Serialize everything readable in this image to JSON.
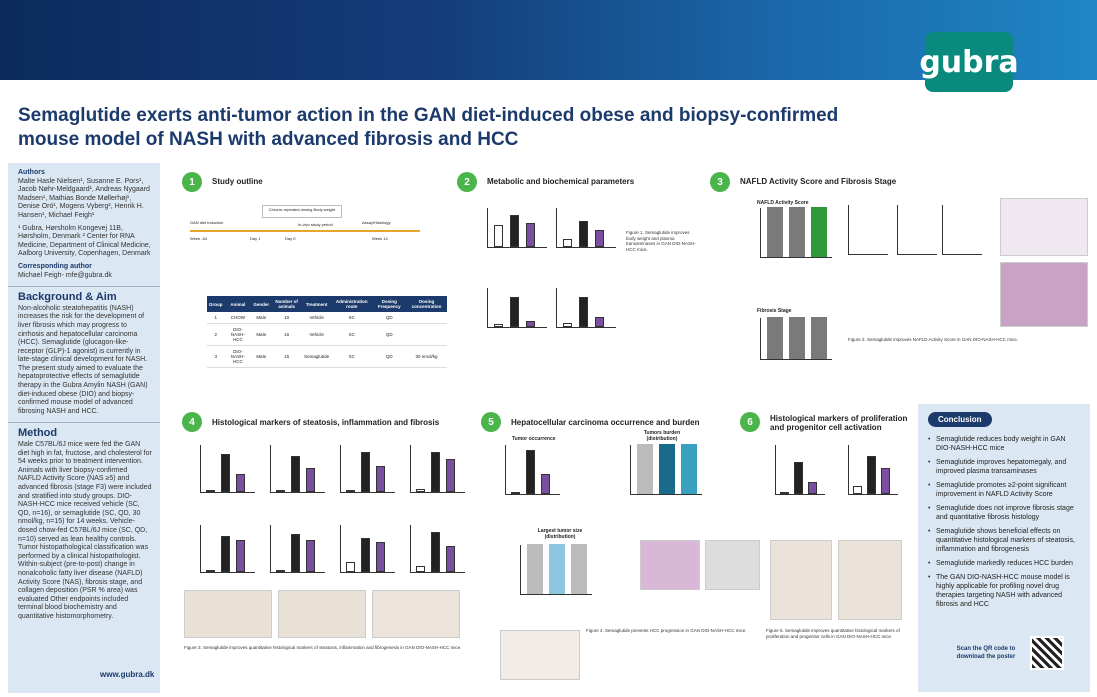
{
  "brand": {
    "logo_text": "gubra",
    "website": "www.gubra.dk"
  },
  "title": "Semaglutide exerts anti-tumor action in the GAN diet-induced obese and biopsy-confirmed mouse model of NASH with advanced fibrosis and HCC",
  "authors": {
    "heading": "Authors",
    "names": "Malte Hasle Nielsen¹, Susanne E. Pors¹, Jacob Nøhr-Meldgaard¹, Andreas Nygaard Madsen¹, Mathias Bonde Møllerhøj¹, Denise Oró¹, Mogens Vyberg², Henrik H. Hansen¹, Michael Feigh¹",
    "affiliations": "¹ Gubra, Hørsholm Kongevej 11B, Hørsholm, Denmark ² Center for RNA Medicine, Department of Clinical Medicine, Aalborg University, Copenhagen, Denmark",
    "corr_heading": "Corresponding author",
    "corr": "Michael Feigh- mfe@gubra.dk"
  },
  "background": {
    "heading": "Background & Aim",
    "text": "Non-alcoholic steatohepatitis (NASH) increases the risk for the development of liver fibrosis which may progress to cirrhosis and hepatocellular carcinoma (HCC). Semaglutide (glucagon-like-receptor (GLP)-1 agonist) is currently in late-stage clinical development for NASH. The present study aimed to evaluate the hepatoprotective effects of semaglutide therapy in the Gubra Amylin NASH (GAN) diet-induced obese (DIO) and biopsy-confirmed mouse model of advanced fibrosing NASH and HCC."
  },
  "method": {
    "heading": "Method",
    "text": "Male C57BL/6J mice were fed the GAN diet high in fat, fructose, and cholesterol for 54 weeks prior to treatment intervention. Animals with liver biopsy-confirmed NAFLD Activity Score (NAS ≥5) and advanced fibrosis (stage F3) were included and stratified into study groups. DIO-NASH-HCC mice received vehicle (SC, QD, n=16), or semaglutide (SC, QD, 30 nmol/kg, n=15) for 14 weeks. Vehicle-dosed chow-fed C57BL/6J mice (SC, QD, n=10) served as lean healthy controls. Tumor histopathological classification was performed by a clinical histopathologist. Within-subject (pre-to-post) change in nonalcoholic fatty liver disease (NAFLD) Activity Score (NAS), fibrosis stage, and collagen deposition (PSR % area) was evaluated Other endpoints included terminal blood biochemistry and quantitative histomorphometry."
  },
  "sections": [
    {
      "num": "1",
      "title": "Study outline"
    },
    {
      "num": "2",
      "title": "Metabolic and biochemical parameters"
    },
    {
      "num": "3",
      "title": "NAFLD Activity Score and Fibrosis Stage"
    },
    {
      "num": "4",
      "title": "Histological markers of steatosis, inflammation and fibrosis"
    },
    {
      "num": "5",
      "title": "Hepatocellular carcinoma occurrence and burden"
    },
    {
      "num": "6",
      "title": "Histological markers of proliferation and progenitor cell activation"
    }
  ],
  "study_table": {
    "headers": [
      "Group",
      "Animal",
      "Gender",
      "Number of animals",
      "Treatment",
      "Administration route",
      "Dosing Frequency",
      "Dosing concentration"
    ],
    "rows": [
      [
        "1",
        "CHOW",
        "Male",
        "10",
        "Vehicle",
        "SC",
        "QD",
        ""
      ],
      [
        "2",
        "DIO-NASH-HCC",
        "Male",
        "16",
        "Vehicle",
        "SC",
        "QD",
        ""
      ],
      [
        "3",
        "DIO-NASH-HCC",
        "Male",
        "15",
        "Semaglutide",
        "SC",
        "QD",
        "30 nmol/kg"
      ]
    ]
  },
  "timeline": {
    "label1": "GAN diet induction",
    "label2": "Chronic repeated dosing Body weight",
    "label3": "In-vivo study period",
    "label4": "Assay/Histology",
    "wk1": "Week -54",
    "wk2": "Day 1",
    "wk3": "Day 0",
    "wk4": "Week 14"
  },
  "captions": {
    "fig1": "Figure 1. Semaglutide improves body weight and plasma transaminases in GAN DIO-NASH-HCC mice.",
    "fig2": "Figure 2. Semaglutide improves NAFLD Activity Score in GAN DIO-NASH-HCC mice.",
    "fig3": "Figure 3. Semaglutide improves quantitative histological markers of steatosis, inflammation and fibrogenesis in GAN DIO-NASH-HCC mice.",
    "fig4": "Figure 4. Semaglutide prevents HCC progression in GAN DIO-NASH-HCC mice.",
    "fig5": "Figure 5. Semaglutide improves quantitative histological markers of proliferation and progenitor cells in GAN DIO-NASH-HCC mice."
  },
  "panel_labels": {
    "nafld": "NAFLD Activity Score",
    "fibrosis": "Fibrosis Stage",
    "tumor_occ": "Tumor occurrence",
    "tumor_burden": "Tumors burden (distribution)",
    "largest": "Largest tumor size (distribution)"
  },
  "conclusion": {
    "heading": "Conclusion",
    "items": [
      "Semaglutide reduces body weight in GAN DIO-NASH-HCC mice",
      "Semaglutide improves hepatomegaly, and improved plasma transaminases",
      "Semaglutide promotes ≥2-point significant improvement in NAFLD Activity Score",
      "Semaglutide does not improve fibrosis stage and quantitative fibrosis histology",
      "Semaglutide shows beneficial effects on quantitative histological markers of steatosis, inflammation and fibrogenesis",
      "Semaglutide markedly reduces HCC burden",
      "The GAN DIO-NASH-HCC mouse model is highly applicable for profiling novel drug therapies targeting NASH with advanced fibrosis and HCC"
    ],
    "qr_text": "Scan the QR code to download the poster"
  },
  "colors": {
    "navy": "#1c3a6b",
    "green": "#4bb54b",
    "purple": "#7a4fa0",
    "teal": "#0a8a7c"
  }
}
